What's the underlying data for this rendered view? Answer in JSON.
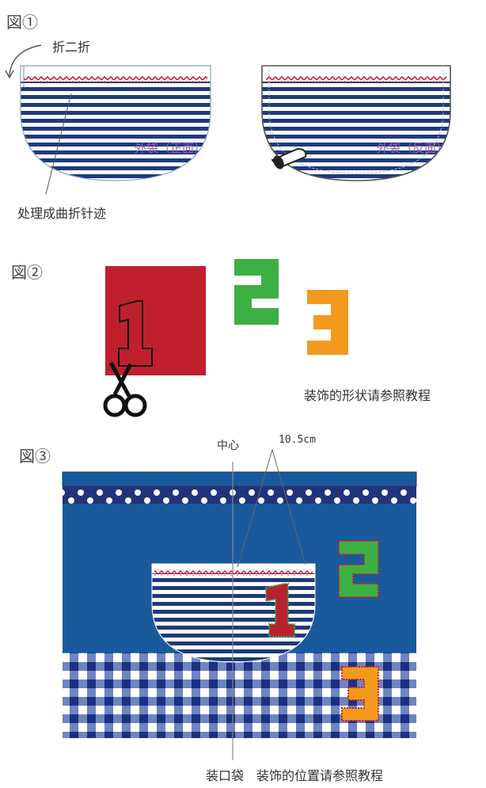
{
  "fig1": {
    "heading": "図①",
    "fold_note": "折二折",
    "front_label": "外袋（正面）",
    "back_label": "外袋（反面）",
    "stitch_note": "处理成曲折针迹"
  },
  "fig2": {
    "heading": "図②",
    "numbers": [
      "1",
      "2",
      "3"
    ],
    "shape_note": "装饰的形状请参照教程"
  },
  "fig3": {
    "heading": "図③",
    "center_label": "中心",
    "measure_label": "10.5cm",
    "bottom_note": "装口袋　装饰的位置请参照教程"
  },
  "colors": {
    "navy_stripe": "#1f3a7a",
    "red_zigzag": "#c8283a",
    "red_felt": "#c0202e",
    "green_two": "#3cb043",
    "orange_three": "#f39a1e",
    "apron_blue": "#1a5a9c",
    "dot_band": "#23327a",
    "gingham": "#1d2f82",
    "label_purple": "#9a5db5"
  }
}
